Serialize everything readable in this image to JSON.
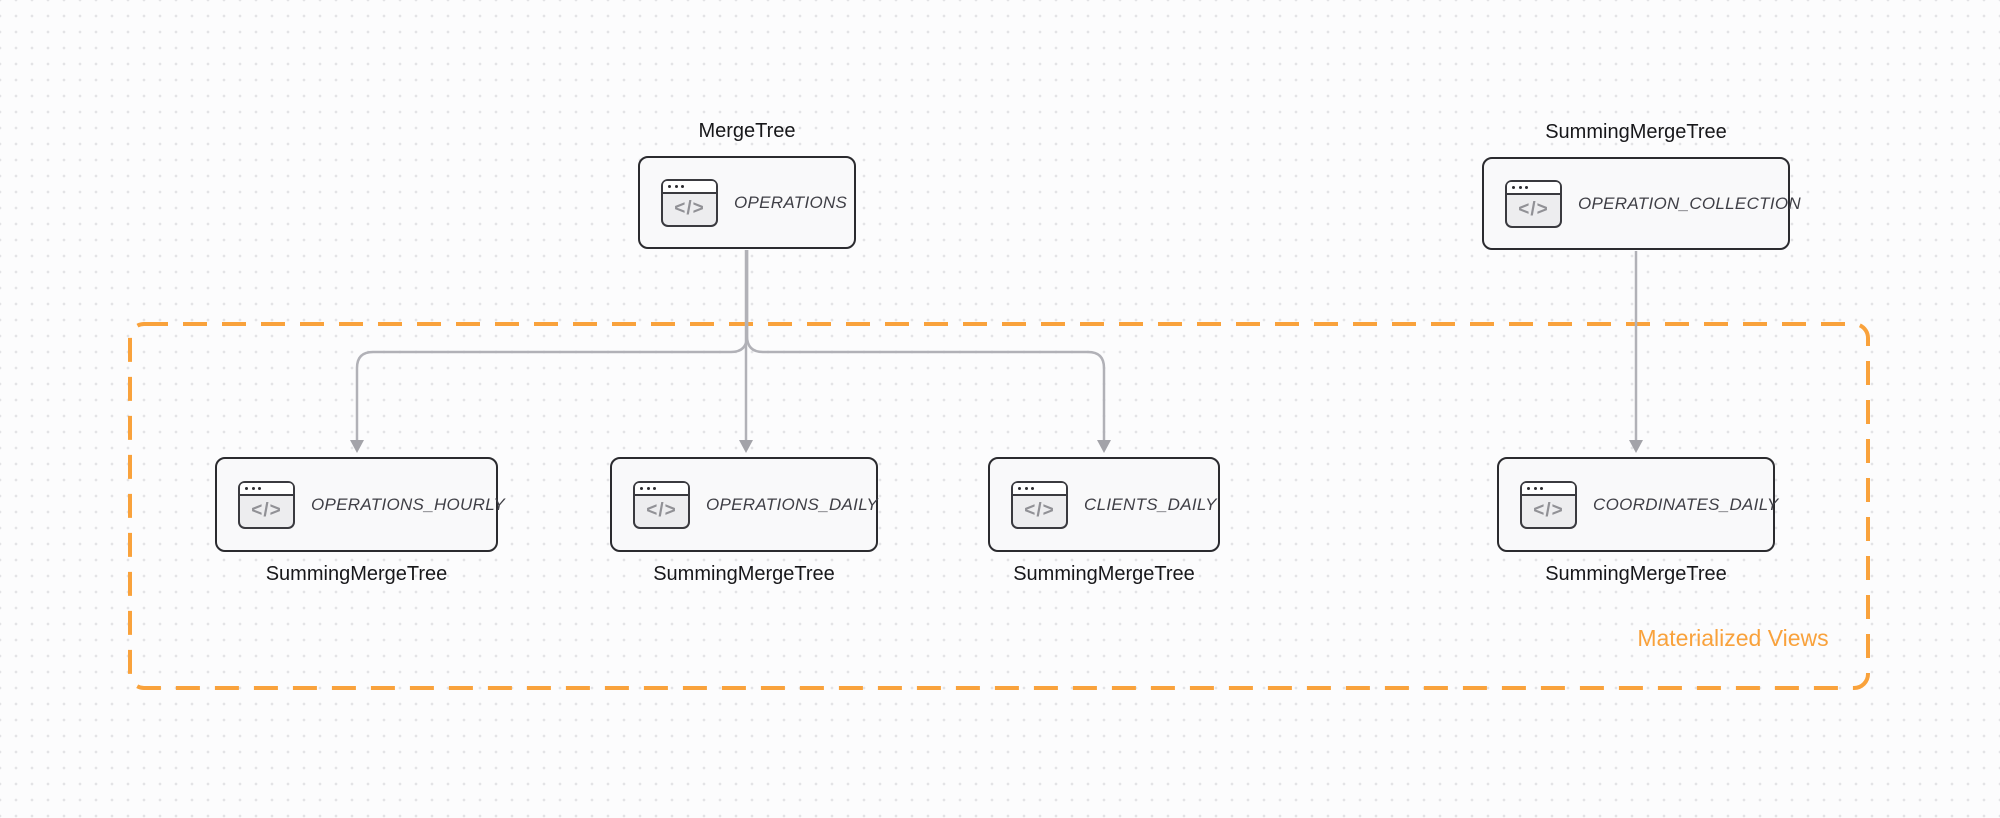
{
  "canvas": {
    "background": "#fcfcfd",
    "dot_color": "#e3e3e6"
  },
  "group": {
    "label": "Materialized Views",
    "accent_color": "#f9a23c"
  },
  "icon": {
    "glyph": "</>"
  },
  "nodes": [
    {
      "id": "operations",
      "label": "OPERATIONS",
      "engine": "MergeTree",
      "engine_position": "above"
    },
    {
      "id": "operation_collection",
      "label": "OPERATION_COLLECTION",
      "engine": "SummingMergeTree",
      "engine_position": "above"
    },
    {
      "id": "operations_hourly",
      "label": "OPERATIONS_HOURLY",
      "engine": "SummingMergeTree",
      "engine_position": "below"
    },
    {
      "id": "operations_daily",
      "label": "OPERATIONS_DAILY",
      "engine": "SummingMergeTree",
      "engine_position": "below"
    },
    {
      "id": "clients_daily",
      "label": "CLIENTS_DAILY",
      "engine": "SummingMergeTree",
      "engine_position": "below"
    },
    {
      "id": "coordinates_daily",
      "label": "COORDINATES_DAILY",
      "engine": "SummingMergeTree",
      "engine_position": "below"
    }
  ],
  "edges": [
    {
      "from": "operations",
      "to": "operations_hourly"
    },
    {
      "from": "operations",
      "to": "operations_daily"
    },
    {
      "from": "operations",
      "to": "clients_daily"
    },
    {
      "from": "operation_collection",
      "to": "coordinates_daily"
    }
  ],
  "colors": {
    "edge": "#b1b1b7",
    "arrowhead": "#a3a3a9",
    "node_border": "#2b2b2f",
    "node_background": "#f9f9fa"
  }
}
